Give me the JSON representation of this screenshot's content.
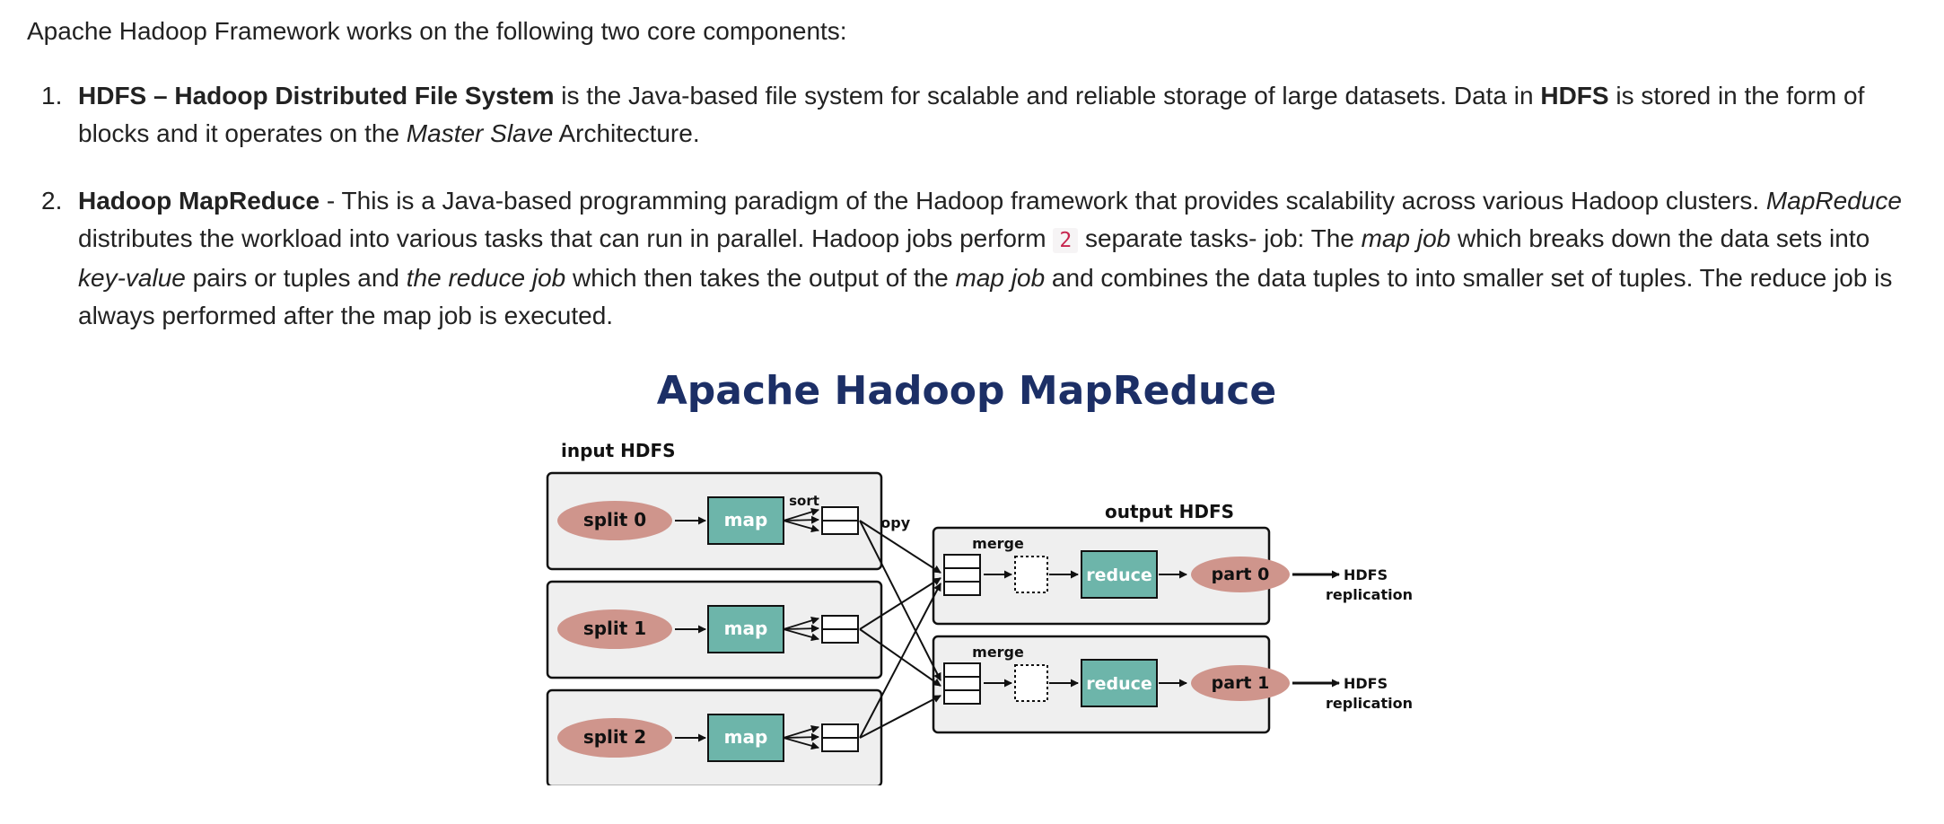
{
  "intro": "Apache Hadoop Framework works on the following two core components:",
  "list": [
    {
      "number": "1.",
      "segments": [
        {
          "t": "HDFS – Hadoop Distributed File System",
          "s": "bold"
        },
        {
          "t": " is the Java-based file system for scalable and reliable storage of large datasets. Data in ",
          "s": "normal"
        },
        {
          "t": "HDFS",
          "s": "bold"
        },
        {
          "t": " is stored in the form of blocks and it operates on the ",
          "s": "normal"
        },
        {
          "t": "Master Slave",
          "s": "italic"
        },
        {
          "t": " Architecture.",
          "s": "normal"
        }
      ]
    },
    {
      "number": "2.",
      "segments": [
        {
          "t": "Hadoop MapReduce",
          "s": "bold"
        },
        {
          "t": " - This is a Java-based programming paradigm of the Hadoop framework that provides scalability across various Hadoop clusters. ",
          "s": "normal"
        },
        {
          "t": "MapReduce",
          "s": "italic"
        },
        {
          "t": " distributes the workload into various tasks that can run in parallel. Hadoop jobs perform ",
          "s": "normal"
        },
        {
          "t": "2",
          "s": "code"
        },
        {
          "t": " separate tasks- job: The ",
          "s": "normal"
        },
        {
          "t": "map job",
          "s": "italic"
        },
        {
          "t": " which breaks down the data sets into ",
          "s": "normal"
        },
        {
          "t": "key-value",
          "s": "italic"
        },
        {
          "t": " pairs or tuples and ",
          "s": "normal"
        },
        {
          "t": "the reduce job",
          "s": "italic"
        },
        {
          "t": " which then takes the output of the ",
          "s": "normal"
        },
        {
          "t": "map job",
          "s": "italic"
        },
        {
          "t": " and combines the data tuples to into smaller set of tuples. The reduce job is always performed after the map job is executed.",
          "s": "normal"
        }
      ]
    }
  ],
  "diagram": {
    "title": "Apache Hadoop MapReduce",
    "input_label": "input HDFS",
    "output_label": "output HDFS",
    "sort_label": "sort",
    "copy_label": "copy",
    "merge_label": "merge",
    "splits": [
      "split 0",
      "split 1",
      "split 2"
    ],
    "map_label": "map",
    "reduce_label": "reduce",
    "parts": [
      "part 0",
      "part 1"
    ],
    "replication": [
      "HDFS",
      "replication"
    ],
    "colors": {
      "title": "#1c2f66",
      "split_fill": "#cf958c",
      "box_fill": "#6db5aa",
      "panel_fill": "#efefef"
    }
  }
}
